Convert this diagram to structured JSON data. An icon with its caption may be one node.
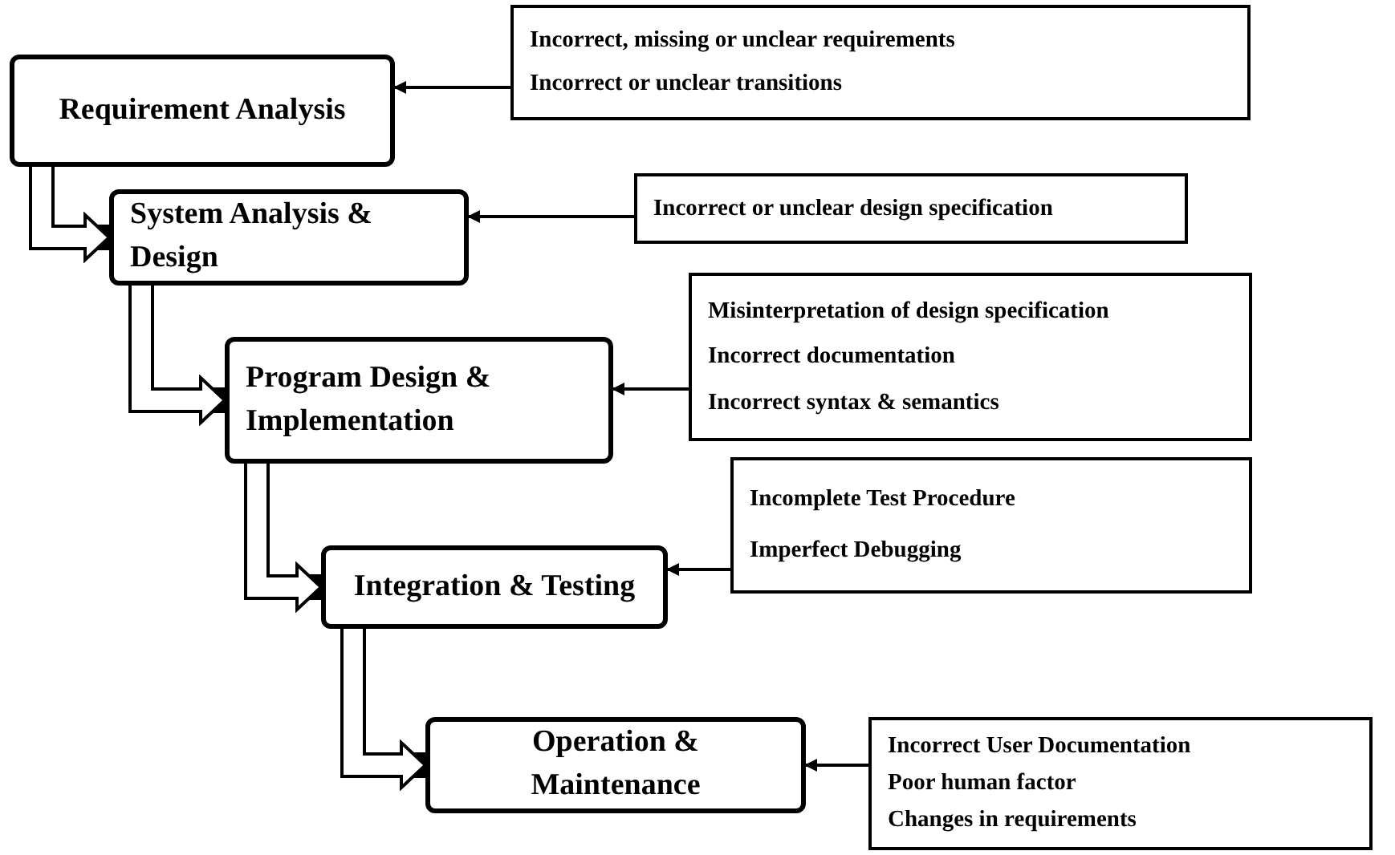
{
  "diagram": {
    "nodes": [
      {
        "text": [
          "Requirement Analysis"
        ]
      },
      {
        "text": [
          "Incorrect, missing or unclear requirements",
          "Incorrect or unclear transitions"
        ]
      },
      {
        "text": [
          "System Analysis & Design"
        ]
      },
      {
        "text": [
          "Incorrect or unclear design specification"
        ]
      },
      {
        "text": [
          "Program Design & Implementation"
        ]
      },
      {
        "text": [
          "Misinterpretation of design specification",
          "Incorrect documentation",
          "Incorrect syntax & semantics"
        ]
      },
      {
        "text": [
          "Integration & Testing"
        ]
      },
      {
        "text": [
          "Incomplete Test Procedure",
          "Imperfect Debugging"
        ]
      },
      {
        "text": [
          "Operation & Maintenance"
        ]
      },
      {
        "text": [
          "Incorrect User Documentation",
          "Poor human factor",
          "Changes in requirements"
        ]
      }
    ],
    "edges": [
      {
        "from": 1,
        "to": 0,
        "arrow": "to"
      },
      {
        "from": 3,
        "to": 2,
        "arrow": "to"
      },
      {
        "from": 5,
        "to": 4,
        "arrow": "to"
      },
      {
        "from": 7,
        "to": 6,
        "arrow": "to"
      },
      {
        "from": 9,
        "to": 8,
        "arrow": "to"
      },
      {
        "from": 0,
        "to": 2,
        "arrow": "to",
        "style": "thick"
      },
      {
        "from": 2,
        "to": 4,
        "arrow": "to",
        "style": "thick"
      },
      {
        "from": 4,
        "to": 6,
        "arrow": "to",
        "style": "thick"
      },
      {
        "from": 6,
        "to": 8,
        "arrow": "to",
        "style": "thick"
      }
    ]
  }
}
